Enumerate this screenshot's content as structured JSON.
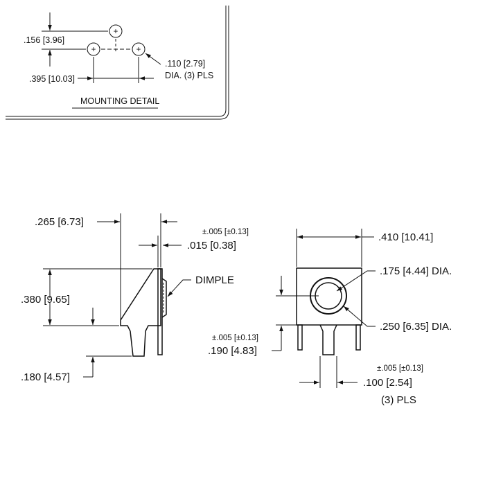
{
  "mounting_detail": {
    "title": "MOUNTING DETAIL",
    "dim_vertical": ".156 [3.96]",
    "dim_horizontal": ".395 [10.03]",
    "hole_diameter_line1": ".110 [2.79]",
    "hole_diameter_line2": "DIA. (3) PLS",
    "hole_symbol": "+"
  },
  "side_view": {
    "dim_top_width": ".265 [6.73]",
    "dim_thickness_tol": "±.005 [±0.13]",
    "dim_thickness": ".015 [0.38]",
    "dimple_label": "DIMPLE",
    "dim_height": ".380  [9.65]",
    "dim_pin_length": ".180  [4.57]"
  },
  "front_view": {
    "dim_width": ".410  [10.41]",
    "dim_inner_dia": ".175 [4.44] DIA.",
    "dim_outer_dia": ".250 [6.35] DIA.",
    "dim_pin_offset_tol": "±.005 [±0.13]",
    "dim_pin_offset": ".190  [4.83]",
    "dim_pin_spacing_tol": "±.005 [±0.13]",
    "dim_pin_spacing": ".100  [2.54]",
    "dim_pin_spacing_qty": "(3) PLS"
  }
}
